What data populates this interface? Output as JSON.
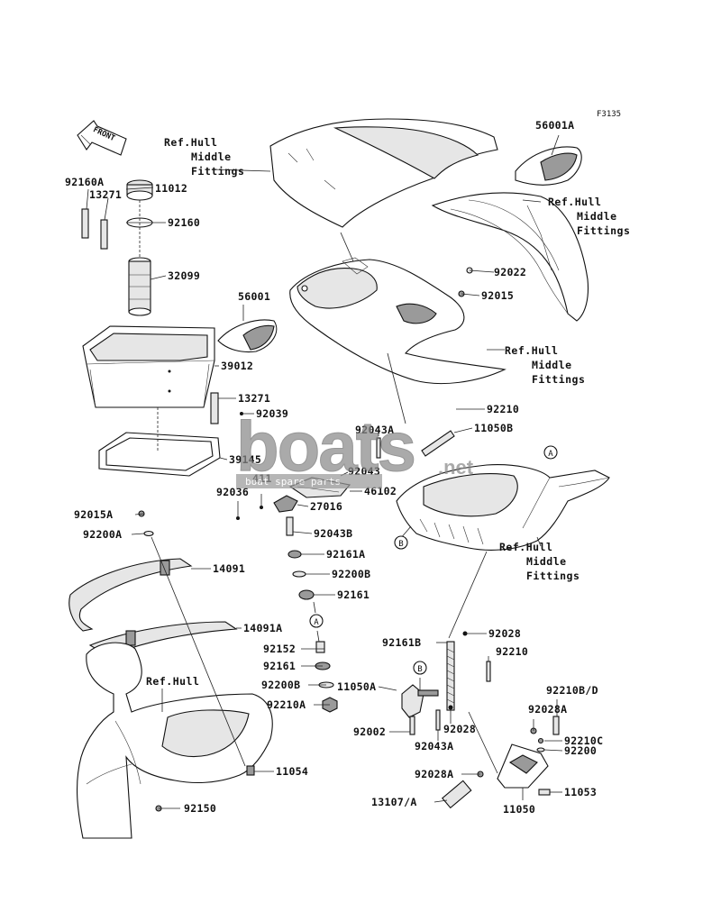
{
  "figure_code": "F3135",
  "front_label": "FRONT",
  "refs": {
    "hull_middle_fittings": [
      "Ref.Hull",
      "Middle",
      "Fittings"
    ],
    "hull": "Ref.Hull"
  },
  "markers": {
    "a": "A",
    "b": "B"
  },
  "watermark": {
    "main": "boats",
    "suffix": ".net",
    "sub": "boat spare parts"
  },
  "parts": {
    "p56001A": "56001A",
    "p92160A": "92160A",
    "p13271_top": "13271",
    "p11012": "11012",
    "p92160": "92160",
    "p32099": "32099",
    "p56001": "56001",
    "p39012": "39012",
    "p13271_mid": "13271",
    "p92039": "92039",
    "p92022": "92022",
    "p92015": "92015",
    "p92043A_top": "92043A",
    "p92210_top": "92210",
    "p11050B": "11050B",
    "p39145": "39145",
    "p411": "411",
    "p92043": "92043",
    "p92036": "92036",
    "p46102": "46102",
    "p27016": "27016",
    "p92015A": "92015A",
    "p92200A": "92200A",
    "p92043B": "92043B",
    "p92161A": "92161A",
    "p92200B_top": "92200B",
    "p92161_top": "92161",
    "p14091": "14091",
    "p14091A": "14091A",
    "p92152": "92152",
    "p92161_bot": "92161",
    "p92200B_bot": "92200B",
    "p92210A": "92210A",
    "p11050A": "11050A",
    "p92161B": "92161B",
    "p92028_top": "92028",
    "p92210_mid": "92210",
    "p92210BD": "92210B/D",
    "p92028A_top": "92028A",
    "p92002": "92002",
    "p92028_mid": "92028",
    "p92043A_bot": "92043A",
    "p92210C": "92210C",
    "p92200": "92200",
    "p11054": "11054",
    "p92028A_bot": "92028A",
    "p11053": "11053",
    "p13107A": "13107/A",
    "p11050": "11050",
    "p92150": "92150"
  }
}
